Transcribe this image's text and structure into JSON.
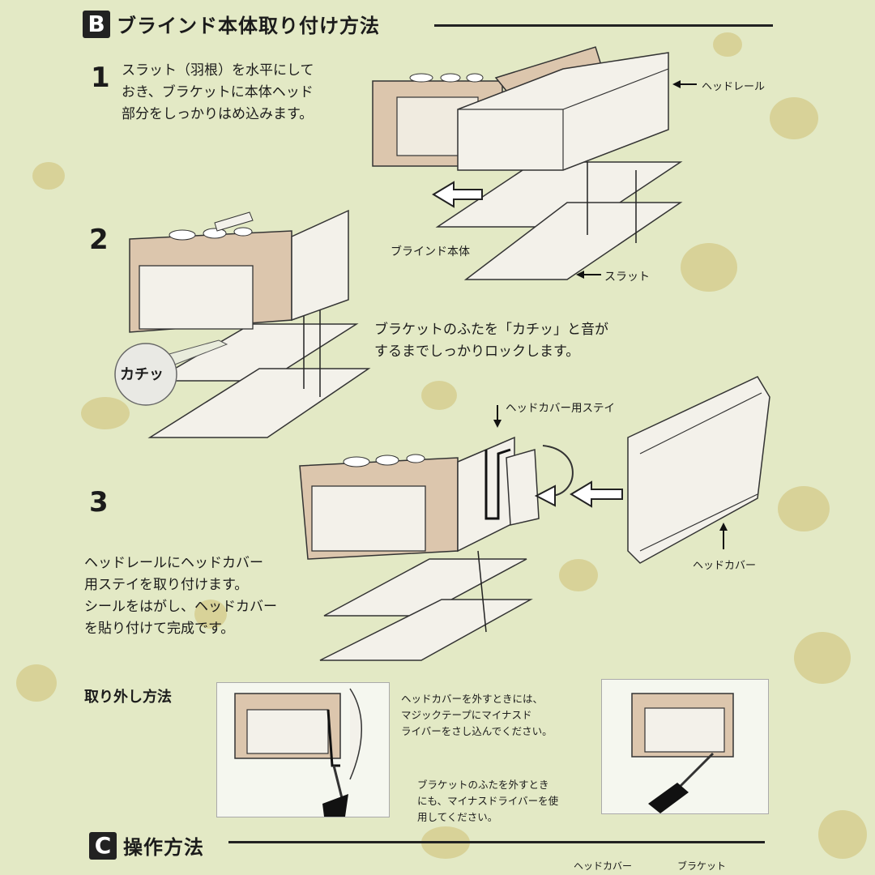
{
  "section_b": {
    "badge": "B",
    "title": "ブラインド本体取り付け方法"
  },
  "step1": {
    "number": "1",
    "text": "スラット（羽根）を水平にして\nおき、ブラケットに本体ヘッド\n部分をしっかりはめ込みます。",
    "label_head_rail": "ヘッドレール",
    "label_blind_body": "ブラインド本体",
    "label_slat": "スラット"
  },
  "step2": {
    "number": "2",
    "click_badge": "カチッ",
    "text": "ブラケットのふたを「カチッ」と音が\nするまでしっかりロックします。"
  },
  "step3": {
    "number": "3",
    "label_stay": "ヘッドカバー用ステイ",
    "label_head_cover": "ヘッドカバー",
    "text": "ヘッドレールにヘッドカバー\n用ステイを取り付けます。\nシールをはがし、ヘッドカバー\nを貼り付けて完成です。"
  },
  "removal": {
    "title": "取り外し方法",
    "note1": "ヘッドカバーを外すときには、\nマジックテープにマイナスド\nライバーをさし込んでください。",
    "note2": "ブラケットのふたを外すとき\nにも、マイナスドライバーを使\n用してください。"
  },
  "section_c": {
    "badge": "C",
    "title": "操作方法",
    "label_head_cover": "ヘッドカバー",
    "label_bracket": "ブラケット"
  },
  "colors": {
    "background": "#e3e9c5",
    "bracket": "#dcc6ad",
    "rail": "#f3f1ea",
    "ink": "#1b1b1b"
  }
}
